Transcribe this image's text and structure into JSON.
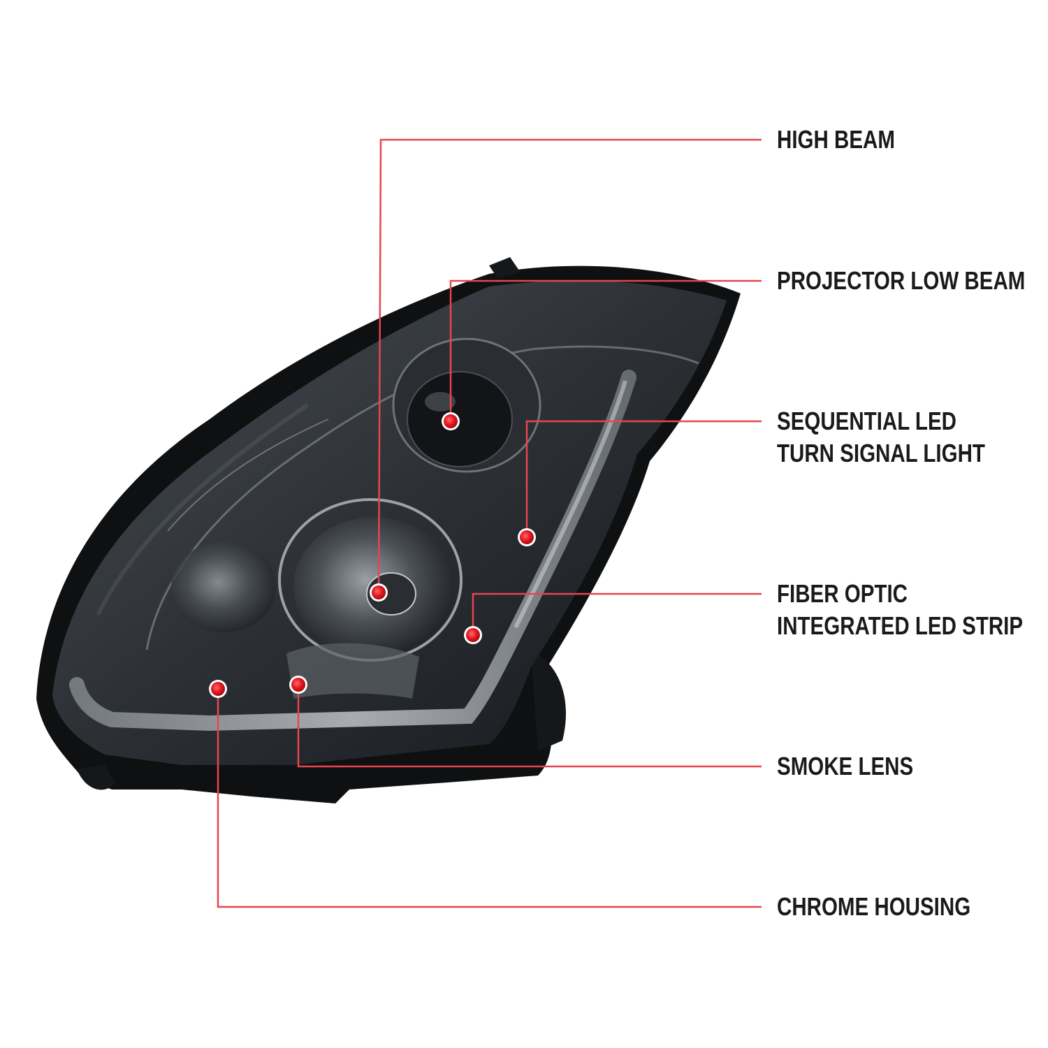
{
  "callouts": [
    {
      "id": "high-beam",
      "lines": [
        "HIGH BEAM"
      ]
    },
    {
      "id": "projector-low-beam",
      "lines": [
        "PROJECTOR LOW BEAM"
      ]
    },
    {
      "id": "sequential-led",
      "lines": [
        "SEQUENTIAL LED",
        "TURN SIGNAL LIGHT"
      ]
    },
    {
      "id": "fiber-optic",
      "lines": [
        "FIBER OPTIC",
        "INTEGRATED LED STRIP"
      ]
    },
    {
      "id": "smoke-lens",
      "lines": [
        "SMOKE LENS"
      ]
    },
    {
      "id": "chrome-housing",
      "lines": [
        "CHROME HOUSING"
      ]
    }
  ],
  "colors": {
    "leader_line": "#e8454f",
    "marker": "#e4151f",
    "background": "#ffffff",
    "text": "#1a1a1a"
  }
}
